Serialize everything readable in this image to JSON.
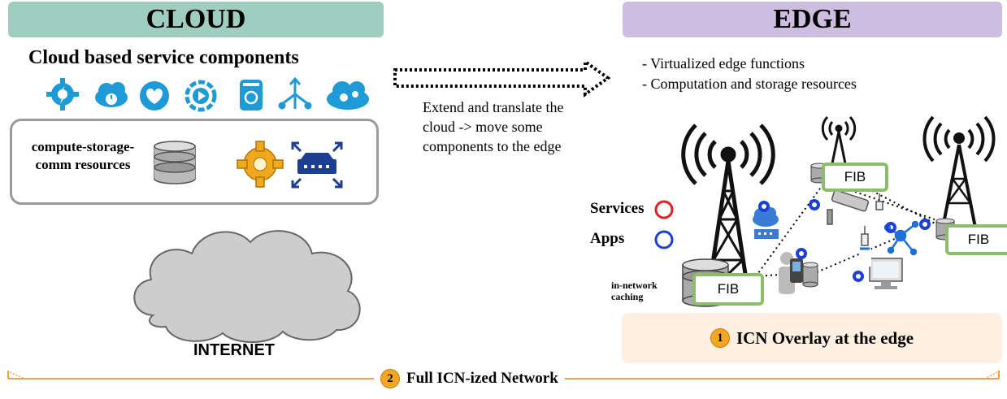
{
  "cloud": {
    "title": "CLOUD",
    "service_heading": "Cloud based service components",
    "resources_label": "compute-storage-comm resources",
    "internet_label": "INTERNET"
  },
  "middle": {
    "description": "Extend and translate the cloud -> move some components to the edge"
  },
  "edge": {
    "title": "EDGE",
    "features": [
      "- Virtualized edge functions",
      "- Computation and storage resources"
    ],
    "services_label": "Services",
    "apps_label": "Apps",
    "caching_label": "in-network caching",
    "fib_label": "FIB",
    "overlay_number": "1",
    "overlay_label": "ICN Overlay at the edge"
  },
  "bottom": {
    "number": "2",
    "label": "Full ICN-ized Network"
  },
  "colors": {
    "cloud_banner": "#9fcdc0",
    "edge_banner": "#cdbde0",
    "icon_blue": "#1e9ad6",
    "fib_border": "#8bbd6a",
    "overlay_bg": "#fdf0e0",
    "accent_orange": "#f5a623"
  },
  "icons": [
    "gear-bolt-icon",
    "cloud-clock-icon",
    "heart-icon",
    "play-gear-icon",
    "database-sync-icon",
    "network-split-icon",
    "cloud-gears-icon",
    "database-icon",
    "gear-icon",
    "router-icon",
    "cloud-icon",
    "tower-icon",
    "camera-icon",
    "phone-icon",
    "computer-icon",
    "node-network-icon"
  ]
}
